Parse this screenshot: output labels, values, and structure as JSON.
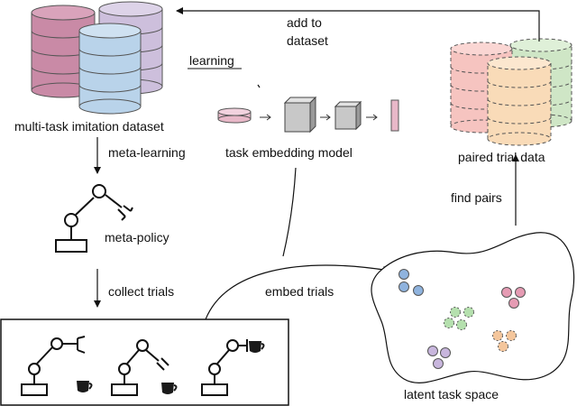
{
  "labels": {
    "dataset": "multi-task imitation dataset",
    "learning": "learning",
    "meta_learning": "meta-learning",
    "meta_policy": "meta-policy",
    "embedding_model": "task embedding model",
    "add_to": "add to",
    "dataset_word": "dataset",
    "paired_trial_data": "paired trial data",
    "find_pairs": "find pairs",
    "collect_trials": "collect trials",
    "embed_trials": "embed trials",
    "latent_task_space": "latent task space"
  },
  "colors": {
    "dataset_pink": "#c98aa6",
    "dataset_purple": "#cdbfdc",
    "dataset_blue": "#b9d3ea",
    "trial_red": "#f6c4c0",
    "trial_green": "#cfe6c6",
    "trial_orange": "#f9dbb8",
    "embedding_pink": "#e8b8c8",
    "block_gray": "#c8c8c8",
    "cluster_blue": "#8fb3de",
    "cluster_pink": "#e59bb3",
    "cluster_green": "#b5e0ae",
    "cluster_orange": "#f4c69c",
    "cluster_purple": "#c8b6dd"
  },
  "icons": [
    "database-stack-icon",
    "robot-arm-icon",
    "coffee-cup-icon"
  ]
}
